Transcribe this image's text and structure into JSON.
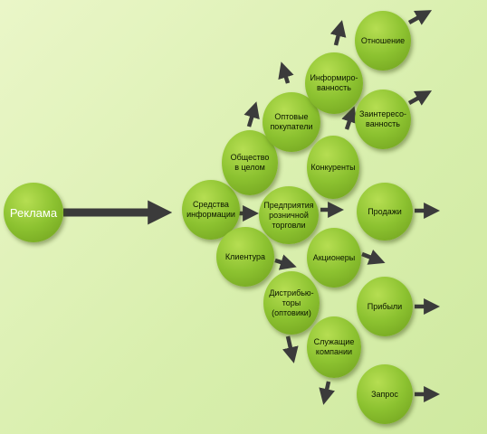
{
  "nodes": {
    "reklama": "Реклама",
    "sredstva": "Средства\nинформации",
    "obshchestvo": "Общество\nв целом",
    "optovye": "Оптовые\nпокупатели",
    "informirovannost": "Информиро-\nванность",
    "otnoshenie": "Отношение",
    "zainteresovannost": "Заинтересо-\nванность",
    "konkurenty": "Конкуренты",
    "predpriyatiya": "Предприятия\nрозничной\nторговли",
    "prodazhi": "Продажи",
    "klientura": "Клиентура",
    "aktsionery": "Акционеры",
    "distribyutory": "Дистрибью-\nторы\n(оптовики)",
    "pribyli": "Прибыли",
    "sluzhashchie": "Служащие\nкомпании",
    "zapros": "Запрос"
  },
  "colors": {
    "node_light": "#b6de52",
    "node_mid": "#8cc230",
    "node_dark": "#6e9e1c",
    "arrow": "#3b3b3b",
    "background": "#d9efae"
  }
}
